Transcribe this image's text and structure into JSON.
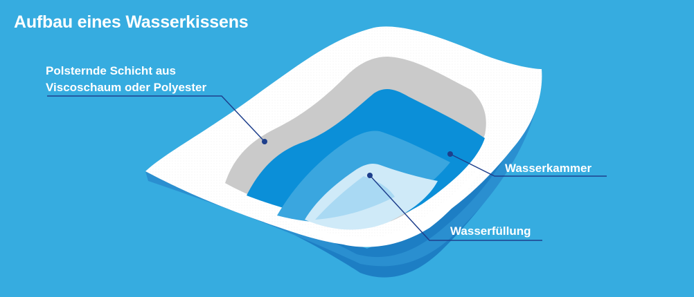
{
  "title": "Aufbau eines Wasserkissens",
  "labels": {
    "padding_layer_line1": "Polsternde Schicht aus",
    "padding_layer_line2": "Viscoschaum oder Polyester",
    "water_chamber": "Wasserkammer",
    "water_filling": "Wasserfüllung"
  },
  "colors": {
    "background": "#36ace0",
    "cover": "#ffffff",
    "foam_layer": "#cacaca",
    "water_chamber": "#0b8fd8",
    "water_filling": "#cfeaf8",
    "shadow": "#1d7ec4",
    "leader_line": "#1e3f8c"
  }
}
